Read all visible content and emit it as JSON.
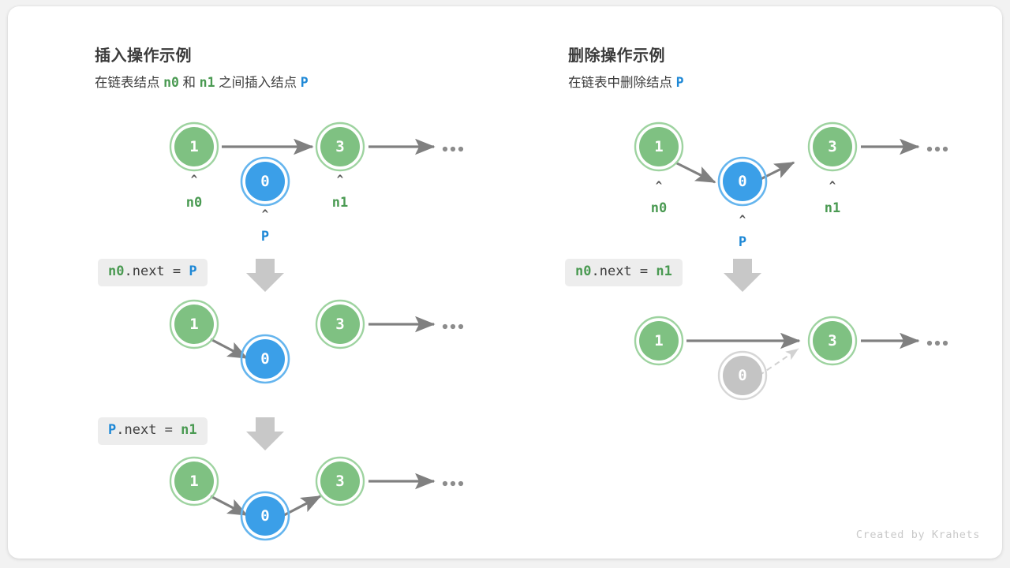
{
  "credit": "Created by Krahets",
  "colors": {
    "node_green_fill": "#7fc182",
    "node_green_ring": "#9ed3a0",
    "node_blue_fill": "#3b9fe8",
    "node_blue_ring": "#65b5ee",
    "node_gray_fill": "#c4c4c4",
    "node_gray_ring": "#d6d6d6",
    "arrow": "#808080",
    "arrow_dashed": "#d2d2d2",
    "label_green": "#4a9a52",
    "label_blue": "#1e88d6",
    "code_bg": "#ededed",
    "text": "#3c3c3c",
    "down_arrow": "#c8c8c8",
    "card_bg": "#ffffff",
    "page_bg": "#f2f2f2"
  },
  "left_panel": {
    "title": "插入操作示例",
    "subtitle_parts": [
      {
        "text": "在链表结点 ",
        "style": "plain"
      },
      {
        "text": "n0",
        "style": "green"
      },
      {
        "text": " 和 ",
        "style": "plain"
      },
      {
        "text": "n1",
        "style": "green"
      },
      {
        "text": " 之间插入结点 ",
        "style": "plain"
      },
      {
        "text": "P",
        "style": "blue"
      }
    ],
    "steps": [
      {
        "code_parts": [
          {
            "text": "n0",
            "style": "green"
          },
          {
            "text": ".next = ",
            "style": "plain"
          },
          {
            "text": "P",
            "style": "blue"
          }
        ]
      },
      {
        "code_parts": [
          {
            "text": "P",
            "style": "blue"
          },
          {
            "text": ".next = ",
            "style": "plain"
          },
          {
            "text": "n1",
            "style": "green"
          }
        ]
      }
    ],
    "rows": [
      {
        "name": "initial-state",
        "nodes": [
          {
            "value": "1",
            "color": "green",
            "label": "n0",
            "label_color": "green",
            "label_tier": 1
          },
          {
            "value": "0",
            "color": "blue",
            "label": "P",
            "label_color": "blue",
            "label_tier": 2
          },
          {
            "value": "3",
            "color": "green",
            "label": "n1",
            "label_color": "green",
            "label_tier": 1
          }
        ],
        "ellipsis": true
      },
      {
        "name": "after-n0-next-p",
        "nodes": [
          {
            "value": "1",
            "color": "green"
          },
          {
            "value": "0",
            "color": "blue"
          },
          {
            "value": "3",
            "color": "green"
          }
        ],
        "ellipsis": true
      },
      {
        "name": "after-p-next-n1",
        "nodes": [
          {
            "value": "1",
            "color": "green"
          },
          {
            "value": "0",
            "color": "blue"
          },
          {
            "value": "3",
            "color": "green"
          }
        ],
        "ellipsis": true
      }
    ]
  },
  "right_panel": {
    "title": "删除操作示例",
    "subtitle_parts": [
      {
        "text": "在链表中删除结点 ",
        "style": "plain"
      },
      {
        "text": "P",
        "style": "blue"
      }
    ],
    "steps": [
      {
        "code_parts": [
          {
            "text": "n0",
            "style": "green"
          },
          {
            "text": ".next = ",
            "style": "plain"
          },
          {
            "text": "n1",
            "style": "green"
          }
        ]
      }
    ],
    "rows": [
      {
        "name": "initial-state",
        "nodes": [
          {
            "value": "1",
            "color": "green",
            "label": "n0",
            "label_color": "green",
            "label_tier": 1
          },
          {
            "value": "0",
            "color": "blue",
            "label": "P",
            "label_color": "blue",
            "label_tier": 2
          },
          {
            "value": "3",
            "color": "green",
            "label": "n1",
            "label_color": "green",
            "label_tier": 1
          }
        ],
        "ellipsis": true
      },
      {
        "name": "after-deletion",
        "nodes": [
          {
            "value": "1",
            "color": "green"
          },
          {
            "value": "0",
            "color": "gray"
          },
          {
            "value": "3",
            "color": "green"
          }
        ],
        "ellipsis": true
      }
    ]
  }
}
